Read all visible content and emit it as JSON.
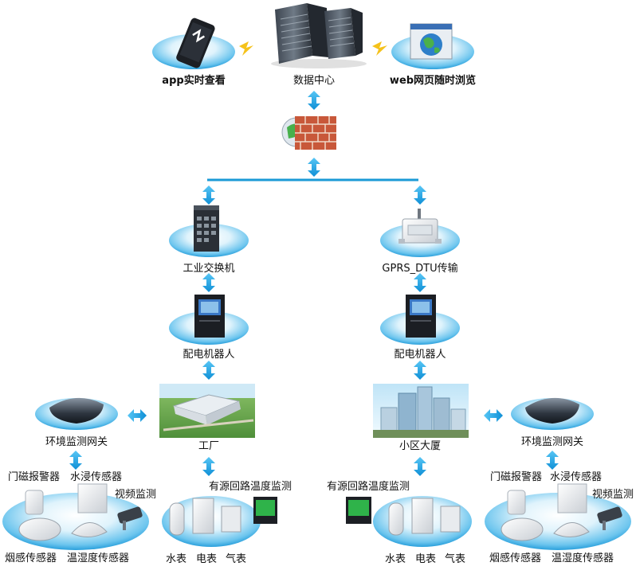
{
  "top": {
    "app_label": "app实时查看",
    "datacenter_label": "数据中心",
    "web_label": "web网页随时浏览"
  },
  "left_branch": {
    "switch_label": "工业交换机",
    "robot_label": "配电机器人",
    "site_label": "工厂",
    "gateway_label": "环境监测网关",
    "door_label": "门磁报警器",
    "water_sensor_label": "水浸传感器",
    "video_label": "视频监测",
    "smoke_label": "烟感传感器",
    "temp_label": "温湿度传感器",
    "loop_temp_label": "有源回路温度监测",
    "water_meter_label": "水表",
    "power_meter_label": "电表",
    "gas_meter_label": "气表"
  },
  "right_branch": {
    "dtu_label": "GPRS_DTU传输",
    "robot_label": "配电机器人",
    "site_label": "小区大厦",
    "gateway_label": "环境监测网关",
    "door_label": "门磁报警器",
    "water_sensor_label": "水浸传感器",
    "video_label": "视频监测",
    "smoke_label": "烟感传感器",
    "temp_label": "温湿度传感器",
    "loop_temp_label": "有源回路温度监测",
    "water_meter_label": "水表",
    "power_meter_label": "电表",
    "gas_meter_label": "气表"
  },
  "colors": {
    "platform": "#2ba3e0",
    "platform_light": "#e3f5fd",
    "arrow": "#1aa3e8",
    "bus_line": "#1b9ad6",
    "lightning": "#f5c21b",
    "firewall": "#c8583a"
  }
}
